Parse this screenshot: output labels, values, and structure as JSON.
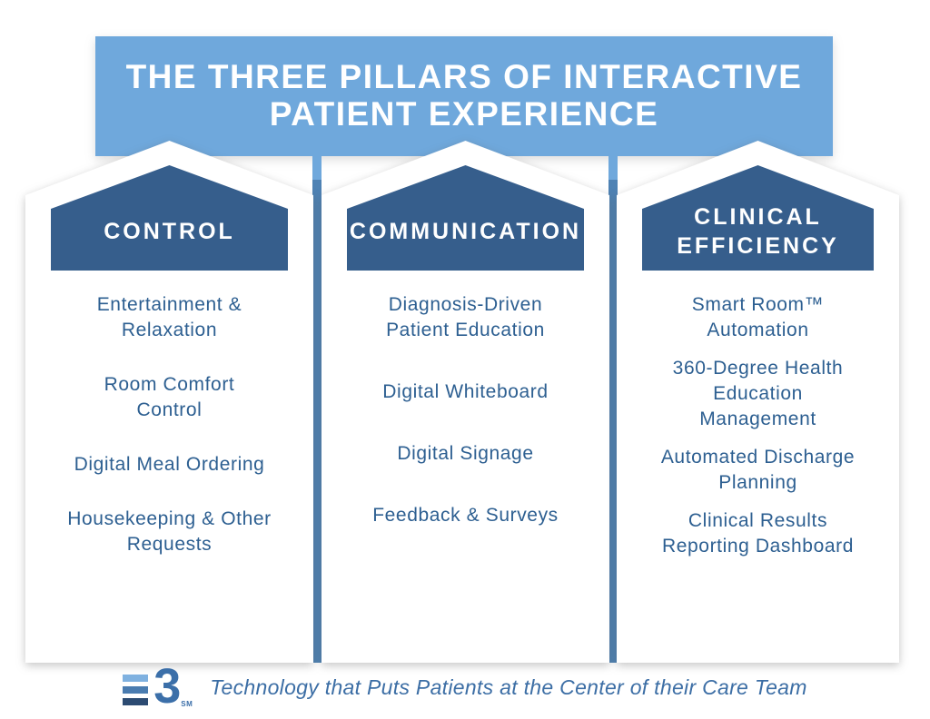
{
  "header": {
    "title": "THE THREE PILLARS OF INTERACTIVE\nPATIENT EXPERIENCE"
  },
  "pillars": [
    {
      "title": "CONTROL",
      "items": [
        "Entertainment &\nRelaxation",
        "Room Comfort\nControl",
        "Digital Meal Ordering",
        "Housekeeping & Other\nRequests"
      ]
    },
    {
      "title": "COMMUNICATION",
      "items": [
        "Diagnosis-Driven\nPatient Education",
        "Digital Whiteboard",
        "Digital Signage",
        "Feedback & Surveys"
      ]
    },
    {
      "title": "CLINICAL\nEFFICIENCY",
      "items": [
        "Smart Room™\nAutomation",
        "360-Degree Health\nEducation\nManagement",
        "Automated Discharge\nPlanning",
        "Clinical Results\nReporting Dashboard"
      ]
    }
  ],
  "footer": {
    "logo_numeral": "3",
    "logo_sm": "SM",
    "tagline": "Technology that Puts Patients at the Center of their Care Team"
  },
  "colors": {
    "header_bg": "#6FA8DC",
    "pillar_head_bg": "#365E8C",
    "divider_blue": "#4E82B4",
    "item_text": "#2D5F91",
    "tagline_text": "#3C6EA5",
    "logo_bar_top": "#7FB1E0",
    "logo_bar_mid": "#4A7CB0",
    "logo_bar_bottom": "#2C4B72",
    "logo_numeral": "#3B6FA9"
  }
}
